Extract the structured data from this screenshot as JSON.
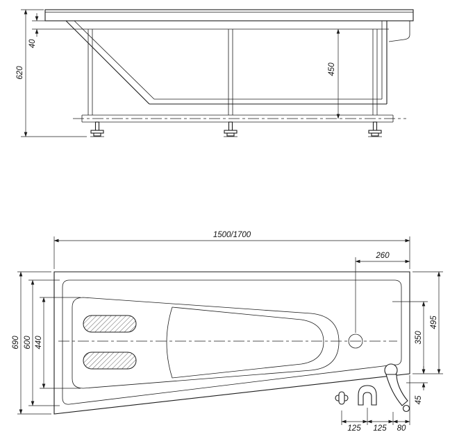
{
  "side_view": {
    "height_total": "620",
    "rim_height": "40",
    "inner_depth": "450"
  },
  "plan_view": {
    "length": "1500/1700",
    "drain_offset": "260",
    "width_total": "690",
    "width_rim_inner": "600",
    "width_basin": "440",
    "right_width": "495",
    "right_inner": "350",
    "rim_bottom_right": "45",
    "tap_spacing": [
      "125",
      "125",
      "80"
    ]
  }
}
